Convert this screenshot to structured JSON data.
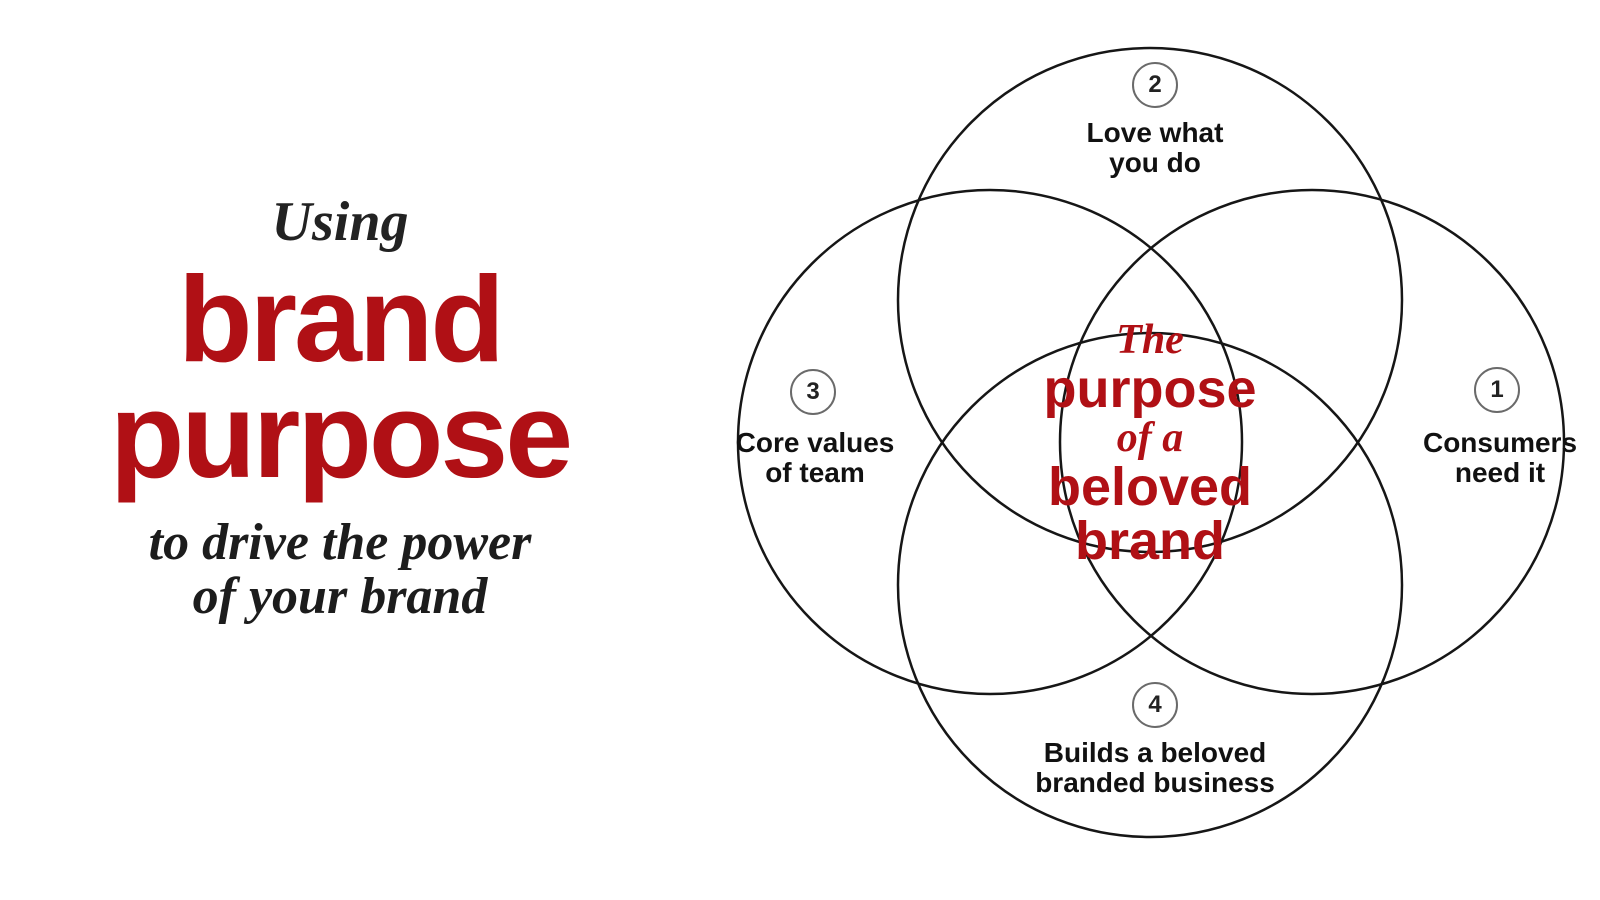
{
  "left_panel": {
    "pre_title": "Using",
    "title_line1": "brand",
    "title_line2": "purpose",
    "subtitle_line1": "to drive the power",
    "subtitle_line2": "of your brand"
  },
  "venn": {
    "center": {
      "line1": "The",
      "line2": "purpose",
      "line3": "of a",
      "line4": "beloved",
      "line5": "brand"
    },
    "nodes": [
      {
        "num": "2",
        "label_line1": "Love what",
        "label_line2": "you do",
        "position": "top"
      },
      {
        "num": "3",
        "label_line1": "Core values",
        "label_line2": "of team",
        "position": "left"
      },
      {
        "num": "1",
        "label_line1": "Consumers",
        "label_line2": "need it",
        "position": "right"
      },
      {
        "num": "4",
        "label_line1": "Builds a beloved",
        "label_line2": "branded business",
        "position": "bottom"
      }
    ]
  },
  "colors": {
    "accent_red": "#b01015",
    "circle_stroke": "#161616",
    "badge_border": "#6a6a6a",
    "text_black": "#111111"
  }
}
